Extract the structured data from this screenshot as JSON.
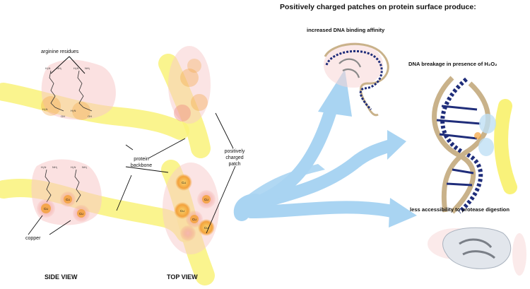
{
  "title": "Positively charged patches on protein surface produce:",
  "outcomes": [
    "increased DNA binding affinity",
    "DNA breakage in presence of H₂O₂",
    "less accessibility to protease digestion"
  ],
  "labels": {
    "arginine": "arginine residues",
    "backbone_line1": "protein",
    "backbone_line2": "backbone",
    "patch_line1": "positively",
    "patch_line2": "charged",
    "patch_line3": "patch",
    "copper": "copper",
    "ion": "Cu"
  },
  "views": {
    "side": "SIDE VIEW",
    "top": "TOP VIEW"
  },
  "colors": {
    "backbone": "#f9f27a",
    "patch": "#f7c9c9",
    "copper": "#f4a23a",
    "arrow": "#a9d4f2",
    "dna_strand": "#c9b28a",
    "dna_base": "#1f2d7a"
  }
}
